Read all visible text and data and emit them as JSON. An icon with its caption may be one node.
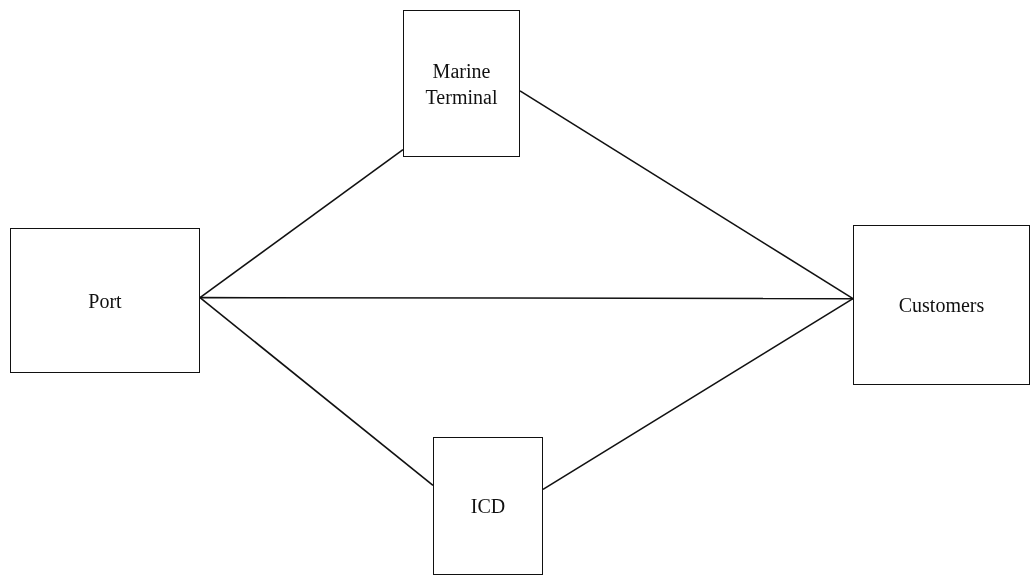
{
  "diagram": {
    "nodes": [
      {
        "text": [
          "Port"
        ]
      },
      {
        "text": [
          "Marine Terminal"
        ]
      },
      {
        "text": [
          "Customers"
        ]
      },
      {
        "text": [
          "ICD"
        ]
      }
    ],
    "edges": [
      {
        "from": 0,
        "to": 1,
        "arrow": "none"
      },
      {
        "from": 1,
        "to": 2,
        "arrow": "none"
      },
      {
        "from": 0,
        "to": 2,
        "arrow": "none"
      },
      {
        "from": 0,
        "to": 3,
        "arrow": "none"
      },
      {
        "from": 3,
        "to": 2,
        "arrow": "none"
      }
    ]
  }
}
